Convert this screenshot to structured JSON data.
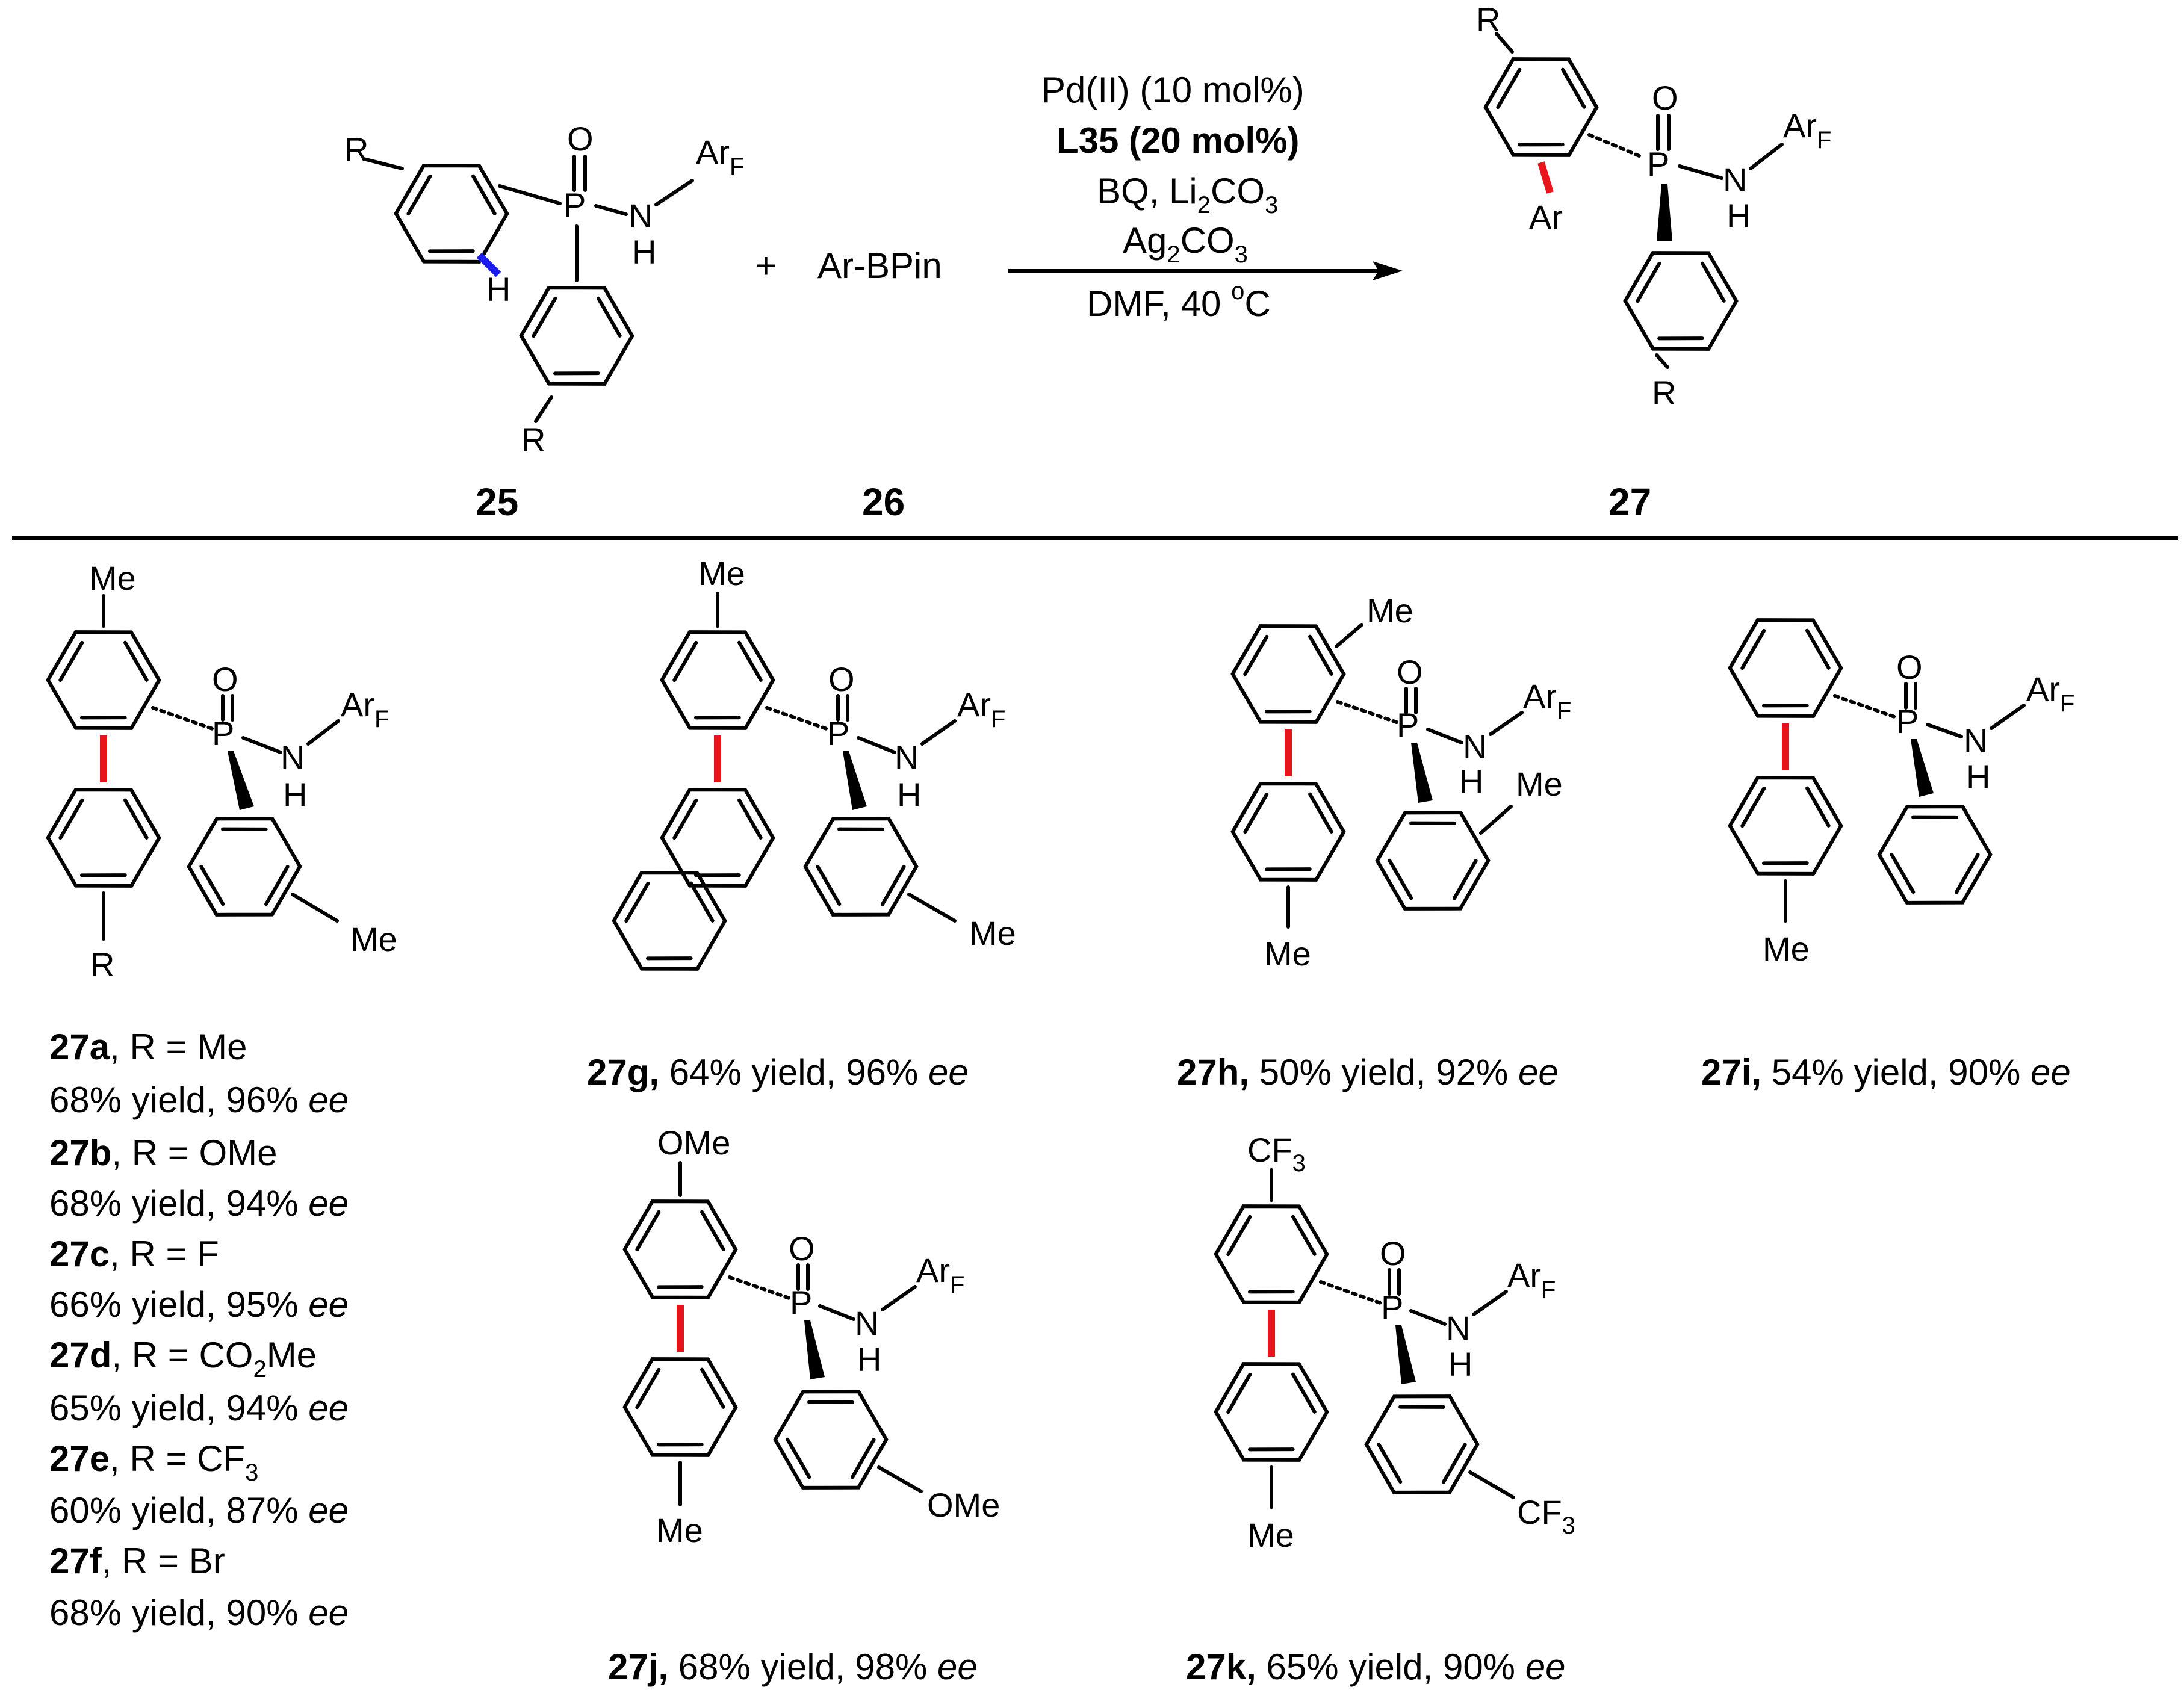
{
  "reaction": {
    "plus": "+",
    "reagent": "Ar-BPin",
    "conditions": {
      "line1": "Pd(II) (10 mol%)",
      "line2": "L35 (20 mol%)",
      "line3_pre": "BQ, Li",
      "line3_sub": "2",
      "line3_post": "CO",
      "line3_sub2": "3",
      "line4_pre": "Ag",
      "line4_sub": "2",
      "line4_post": "CO",
      "line4_sub2": "3",
      "line5_pre": "DMF,  40 ",
      "line5_sup": "o",
      "line5_post": "C"
    },
    "compounds": {
      "sm": "25",
      "reagent": "26",
      "product": "27"
    }
  },
  "atoms": {
    "R": "R",
    "O": "O",
    "P": "P",
    "N": "N",
    "H": "H",
    "Ar": "Ar",
    "ArF_main": "Ar",
    "ArF_sub": "F",
    "Me": "Me",
    "OMe": "OMe",
    "CF3_main": "CF",
    "CF3_sub": "3"
  },
  "products": {
    "27a_f": [
      {
        "id": "27a",
        "r": ", R = Me",
        "yield": "68% yield, 96% ",
        "ee": "ee"
      },
      {
        "id": "27b",
        "r": ", R = OMe",
        "yield": "68% yield, 94% ",
        "ee": "ee"
      },
      {
        "id": "27c",
        "r": ", R = F",
        "yield": "66% yield, 95% ",
        "ee": "ee"
      },
      {
        "id": "27d",
        "r": ", R = CO",
        "r_sub": "2",
        "r_post": "Me",
        "yield": "65% yield, 94% ",
        "ee": "ee"
      },
      {
        "id": "27e",
        "r": ", R = CF",
        "r_sub": "3",
        "yield": "60% yield, 87% ",
        "ee": "ee"
      },
      {
        "id": "27f",
        "r": ", R = Br",
        "yield": "68% yield, 90% ",
        "ee": "ee"
      }
    ],
    "27g": {
      "id": "27g,",
      "text": " 64% yield, 96% ",
      "ee": "ee"
    },
    "27h": {
      "id": "27h,",
      "text": " 50% yield, 92% ",
      "ee": "ee"
    },
    "27i": {
      "id": "27i,",
      "text": " 54% yield, 90% ",
      "ee": "ee"
    },
    "27j": {
      "id": "27j,",
      "text": " 68% yield, 98% ",
      "ee": "ee"
    },
    "27k": {
      "id": "27k,",
      "text": " 65% yield, 90% ",
      "ee": "ee"
    }
  }
}
